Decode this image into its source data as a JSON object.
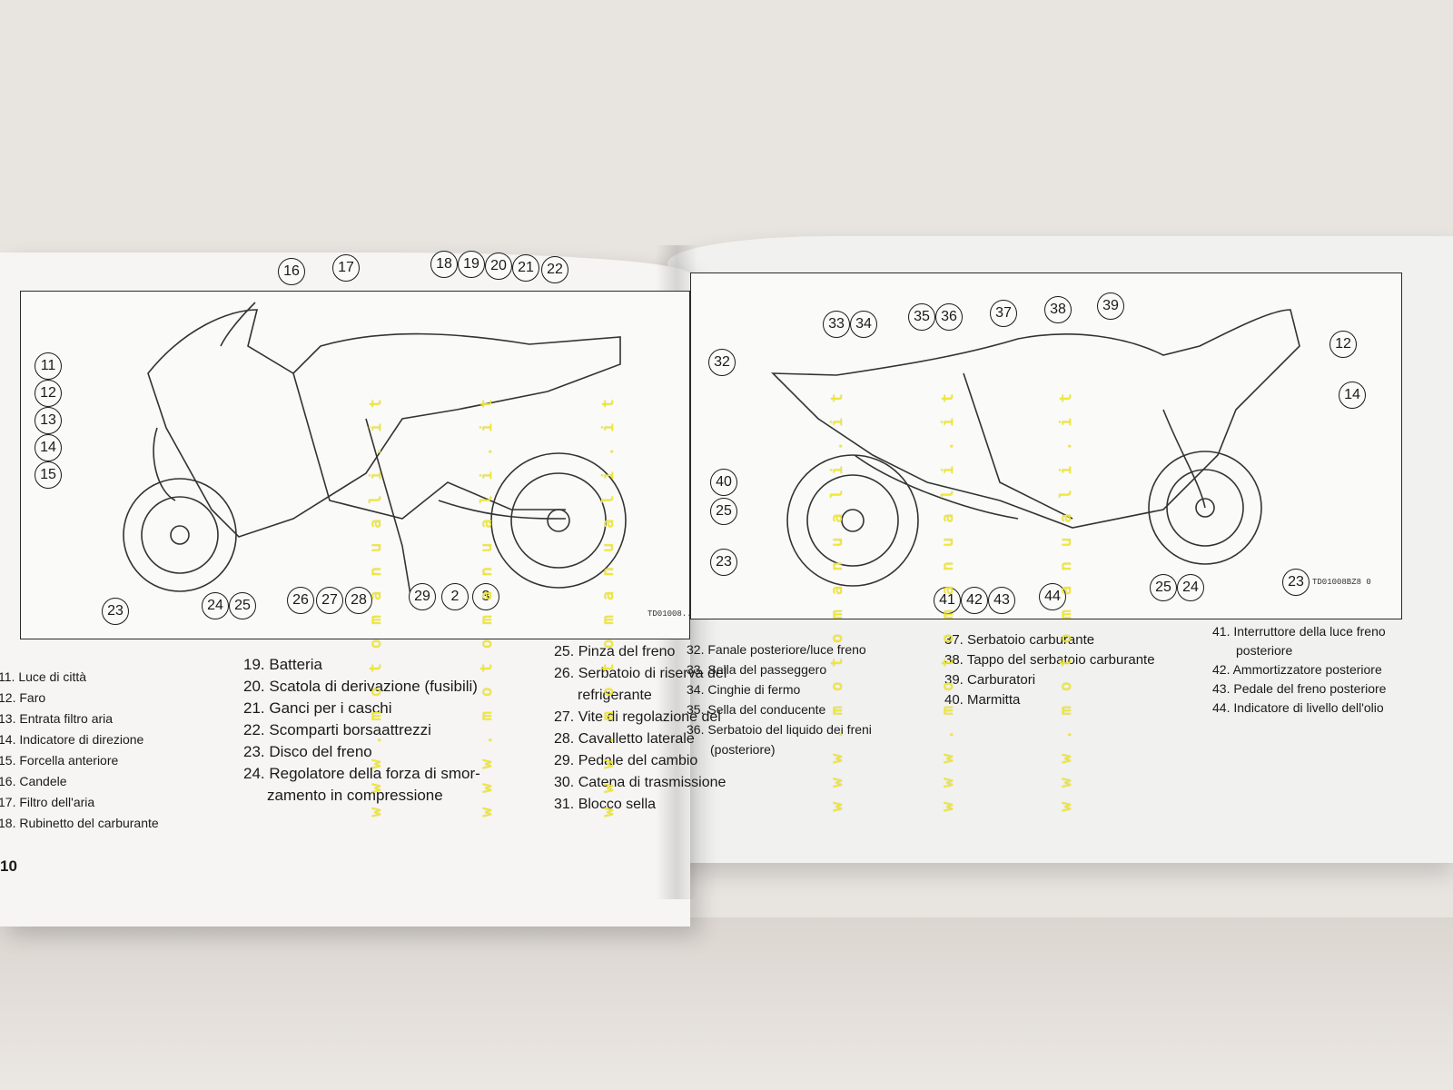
{
  "page_number": "10",
  "watermark": "w w w . m o t o m a n u a l i . i t",
  "left_diagram": {
    "code": "TD01008..",
    "callouts": [
      "16",
      "17",
      "18",
      "19",
      "20",
      "21",
      "22",
      "11",
      "12",
      "13",
      "14",
      "15",
      "23",
      "24",
      "25",
      "26",
      "27",
      "28",
      "29",
      "2",
      "3"
    ]
  },
  "right_diagram": {
    "code": "TD01008BZ8  0",
    "callouts": [
      "33",
      "34",
      "35",
      "36",
      "37",
      "38",
      "39",
      "32",
      "12",
      "14",
      "40",
      "25",
      "23",
      "41",
      "42",
      "43",
      "44",
      "25",
      "24",
      "23"
    ]
  },
  "legend": {
    "col_a": [
      "11. Luce di città",
      "12. Faro",
      "13. Entrata filtro aria",
      "14. Indicatore di direzione",
      "15. Forcella anteriore",
      "16. Candele",
      "17. Filtro dell'aria",
      "18. Rubinetto del carburante"
    ],
    "col_b": [
      "19. Batteria",
      "20. Scatola di derivazione (fusibili)",
      "21. Ganci per i caschi",
      "22. Scomparti borsaattrezzi",
      "23. Disco del freno",
      "24. Regolatore della forza di smor-",
      "zamento in compressione"
    ],
    "col_c": [
      "25. Pinza del freno",
      "26. Serbatoio di riserva del",
      "refrigerante",
      "27. Vite di regolazione del",
      "28. Cavalletto laterale",
      "29. Pedale del cambio",
      "30. Catena di trasmissione",
      "31. Blocco sella"
    ],
    "col_d": [
      "32. Fanale posteriore/luce freno",
      "33. Sella del passeggero",
      "34. Cinghie di fermo",
      "35. Sella del conducente",
      "36. Serbatoio del liquido dei freni",
      "(posteriore)"
    ],
    "col_e": [
      "37. Serbatoio carburante",
      "38. Tappo del serbatoio carburante",
      "39. Carburatori",
      "40. Marmitta"
    ],
    "col_f": [
      "41. Interruttore della luce freno",
      "posteriore",
      "42. Ammortizzatore posteriore",
      "43. Pedale del freno posteriore",
      "44. Indicatore di livello dell'olio"
    ]
  }
}
